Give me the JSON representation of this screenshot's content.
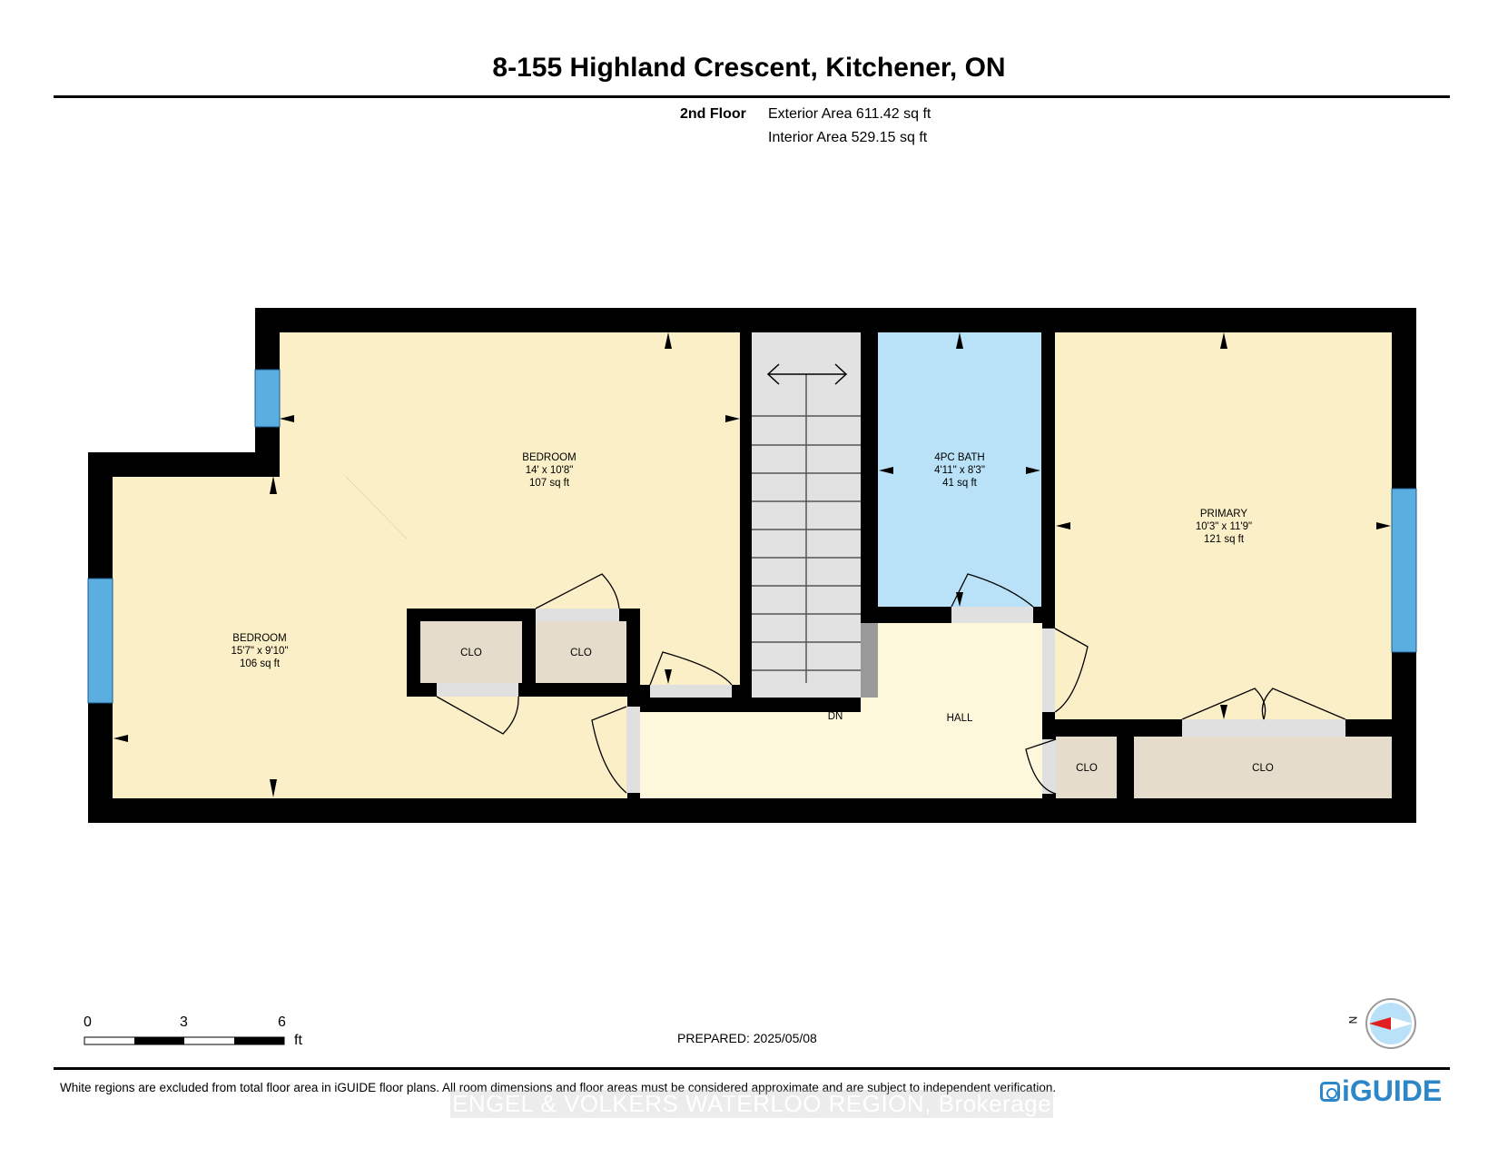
{
  "header": {
    "title": "8-155 Highland Crescent, Kitchener, ON"
  },
  "floor": {
    "name": "2nd Floor",
    "exterior_area": "Exterior Area 611.42 sq ft",
    "interior_area": "Interior Area 529.15 sq ft"
  },
  "rooms": {
    "bedroom_left": {
      "name": "BEDROOM",
      "dims": "15'7\" x 9'10\"",
      "area": "106 sq ft"
    },
    "bedroom_mid": {
      "name": "BEDROOM",
      "dims": "14' x 10'8\"",
      "area": "107 sq ft"
    },
    "bath": {
      "name": "4PC BATH",
      "dims": "4'11\" x 8'3\"",
      "area": "41 sq ft"
    },
    "primary": {
      "name": "PRIMARY",
      "dims": "10'3\" x 11'9\"",
      "area": "121 sq ft"
    },
    "hall": {
      "name": "HALL"
    },
    "stairs": {
      "label": "DN"
    },
    "closet_label": "CLO"
  },
  "scale": {
    "ticks": [
      "0",
      "3",
      "6"
    ],
    "unit": "ft"
  },
  "prepared": "PREPARED: 2025/05/08",
  "footer": {
    "disclaimer": "White regions are excluded from total floor area in iGUIDE floor plans. All room dimensions and floor areas must be considered approximate and are subject to independent verification.",
    "watermark": "ENGEL & VOLKERS WATERLOO REGION, Brokerage",
    "logo": "iGUIDE"
  },
  "compass": {
    "label": "N"
  },
  "colors": {
    "bedroom": "#fbefc7",
    "hall": "#fdf7dc",
    "bath": "#b9e2f8",
    "closet": "#e6dccb",
    "stairs": "#e2e2e2",
    "wall": "#000000",
    "window": "#5aaee0",
    "accent": "#2d86c8"
  }
}
